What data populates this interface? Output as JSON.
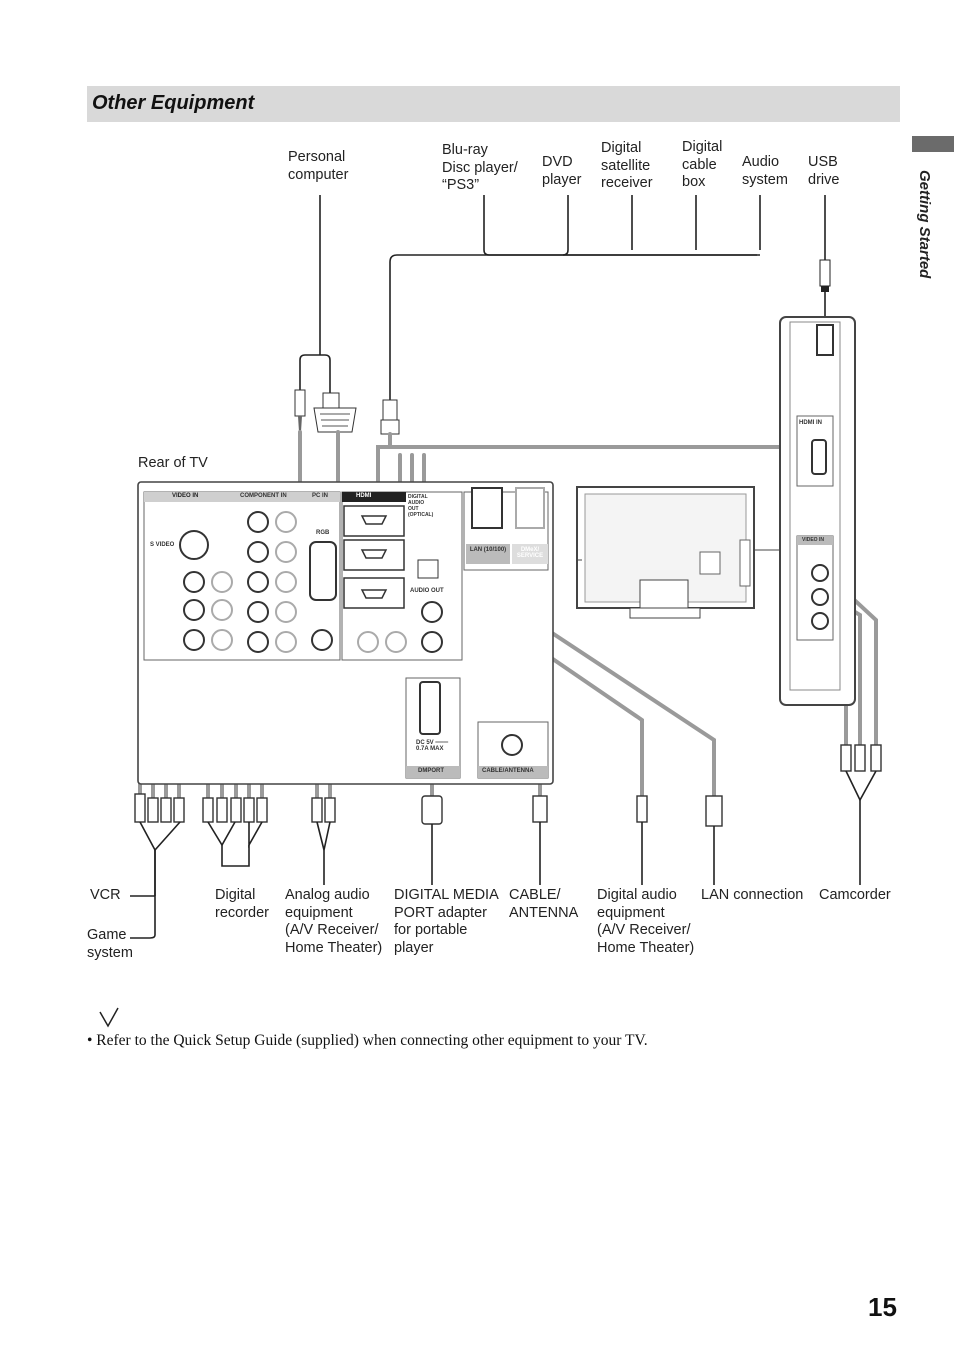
{
  "section_title": "Other Equipment",
  "side_label": "Getting Started",
  "top_labels": {
    "personal_computer": "Personal\ncomputer",
    "bluray": "Blu-ray\nDisc player/\n“PS3”",
    "dvd": "DVD\nplayer",
    "satellite": "Digital\nsatellite\nreceiver",
    "cable_box": "Digital\ncable\nbox",
    "audio_system": "Audio\nsystem",
    "usb_drive": "USB\ndrive"
  },
  "rear_of_tv": "Rear of TV",
  "panel_labels": {
    "video_in": "VIDEO IN",
    "component_in": "COMPONENT IN",
    "pc_in": "PC  IN",
    "hdmi": "HDMI",
    "digital_audio_out": "DIGITAL AUDIO OUT (OPTICAL)",
    "s_video": "S VIDEO",
    "rgb": "RGB",
    "audio_out": "AUDIO OUT",
    "lan": "LAN (10/100)",
    "dmex": "DMeX/ SERVICE",
    "dc": "DC 5V ═══ 0.7A MAX",
    "dm_port": "DMPORT",
    "cable_antenna": "CABLE/ANTENNA",
    "side_video_in": "VIDEO IN",
    "side_hdmi_in": "HDMI IN"
  },
  "bottom_labels": {
    "vcr": "VCR",
    "game_system": "Game\nsystem",
    "digital_recorder": "Digital\nrecorder",
    "analog_audio": "Analog audio\nequipment\n(A/V Receiver/\nHome Theater)",
    "dmport_adapter": "DIGITAL MEDIA\nPORT adapter\nfor portable\nplayer",
    "cable_antenna": "CABLE/\nANTENNA",
    "digital_audio": "Digital audio\nequipment\n(A/V Receiver/\nHome Theater)",
    "lan_connection": "LAN connection",
    "camcorder": "Camcorder"
  },
  "note_text": "• Refer to the Quick Setup Guide (supplied) when connecting other equipment to your TV.",
  "page_number": "15"
}
